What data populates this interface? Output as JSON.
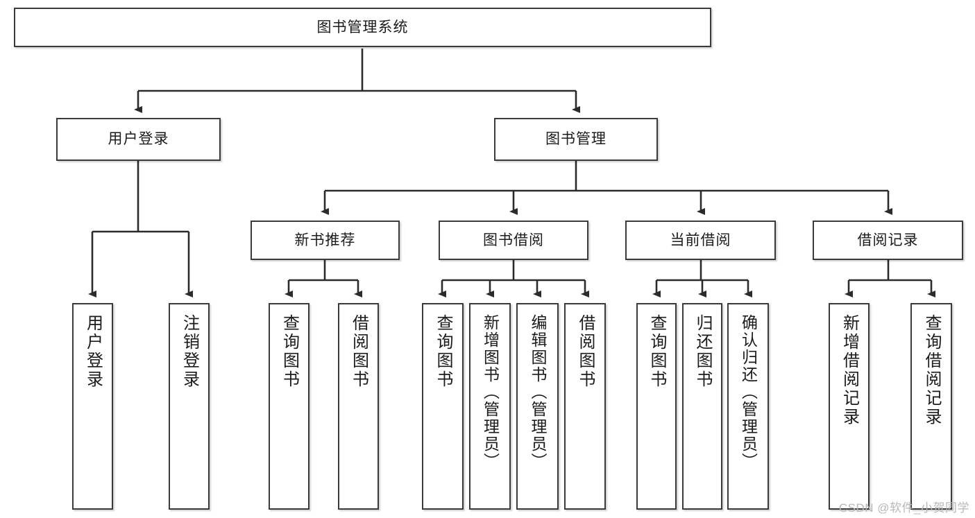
{
  "diagram": {
    "title": "图书管理系统",
    "type": "hierarchy-tree",
    "colors": {
      "box_border": "#3a3a3a",
      "box_fill": "#ffffff",
      "connector": "#2b2b2b",
      "text": "#1b1b1b",
      "watermark": "#b8b8b8"
    },
    "nodes": {
      "root": {
        "label": "图书管理系统"
      },
      "level1": [
        {
          "id": "user-login",
          "label": "用户登录"
        },
        {
          "id": "book-manage",
          "label": "图书管理"
        }
      ],
      "level2": [
        {
          "id": "new-book-recommend",
          "label": "新书推荐"
        },
        {
          "id": "book-borrow",
          "label": "图书借阅"
        },
        {
          "id": "current-borrow",
          "label": "当前借阅"
        },
        {
          "id": "borrow-record",
          "label": "借阅记录"
        }
      ],
      "leaves": {
        "user-login": [
          {
            "id": "leaf-user-login",
            "label": "用户登录"
          },
          {
            "id": "leaf-logout",
            "label": "注销登录"
          }
        ],
        "new-book-recommend": [
          {
            "id": "leaf-query-book-1",
            "label": "查询图书"
          },
          {
            "id": "leaf-borrow-book-1",
            "label": "借阅图书"
          }
        ],
        "book-borrow": [
          {
            "id": "leaf-query-book-2",
            "label": "查询图书"
          },
          {
            "id": "leaf-add-book",
            "label": "新增图书（管理员）"
          },
          {
            "id": "leaf-edit-book",
            "label": "编辑图书（管理员）"
          },
          {
            "id": "leaf-borrow-book-2",
            "label": "借阅图书"
          }
        ],
        "current-borrow": [
          {
            "id": "leaf-query-book-3",
            "label": "查询图书"
          },
          {
            "id": "leaf-return-book",
            "label": "归还图书"
          },
          {
            "id": "leaf-confirm-return",
            "label": "确认归还（管理员）"
          }
        ],
        "borrow-record": [
          {
            "id": "leaf-add-record",
            "label": "新增借阅记录"
          },
          {
            "id": "leaf-query-record",
            "label": "查询借阅记录"
          }
        ]
      }
    },
    "watermark": "CSDN @软件_小贺同学"
  }
}
